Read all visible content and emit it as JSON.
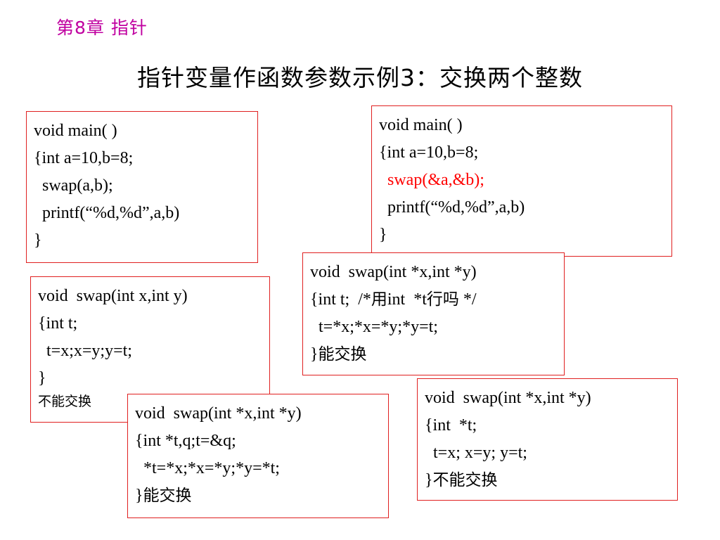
{
  "header": {
    "chapter": "第8章  指针",
    "title": "指针变量作函数参数示例3：交换两个整数"
  },
  "boxes": {
    "main_by_value": {
      "lines": [
        "void main( )",
        "{int a=10,b=8;",
        "  swap(a,b);",
        "  printf(“%d,%d”,a,b)",
        "}"
      ]
    },
    "main_by_pointer": {
      "lines": [
        "void main( )",
        "{int a=10,b=8;",
        "  swap(&a,&b);",
        "  printf(“%d,%d”,a,b)",
        "}"
      ],
      "highlight_color": "#ff0000"
    },
    "swap_pointer_deref": {
      "line1": "void  swap(int *x,int *y)",
      "line2_code": "{int t;  /*",
      "line2_cn1": "用",
      "line2_code2": "int  *t",
      "line2_cn2": "行吗",
      "line2_code3": " */",
      "line3": "  t=*x;*x=*y;*y=t;",
      "line4_brace": "}",
      "line4_cn": "能交换"
    },
    "swap_by_value": {
      "lines": [
        "void  swap(int x,int y)",
        "{int t;",
        "  t=x;x=y;y=t;",
        "}"
      ],
      "note": "不能交换"
    },
    "swap_pointer_copy": {
      "lines": [
        "void  swap(int *x,int *y)",
        "{int  *t;",
        "  t=x; x=y; y=t;"
      ],
      "last_brace": "}",
      "last_cn": "不能交换"
    },
    "swap_pointer_temp": {
      "lines": [
        "void  swap(int *x,int *y)",
        "{int *t,q;t=&q;",
        "  *t=*x;*x=*y;*y=*t;"
      ],
      "last_brace": "}",
      "last_cn": "能交换"
    }
  },
  "colors": {
    "chapter_text": "#c000a0",
    "box_border": "#e02020",
    "highlight": "#ff0000"
  }
}
